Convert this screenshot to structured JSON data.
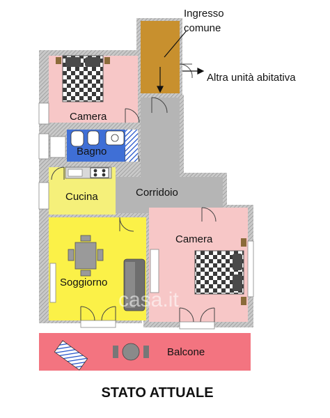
{
  "labels": {
    "entrance_line1": "Ingresso",
    "entrance_line2": "comune",
    "other_unit": "Altra unità abitativa",
    "bedroom_top": "Camera",
    "bathroom": "Bagno",
    "kitchen": "Cucina",
    "corridor": "Corridoio",
    "bedroom_right": "Camera",
    "living_room": "Soggiorno",
    "balcony": "Balcone",
    "plan_title": "STATO ATTUALE",
    "watermark": "casa.it"
  },
  "colors": {
    "bedroom": "#f7c7c7",
    "bathroom": "#3f6fd6",
    "kitchen": "#f5f07a",
    "corridor": "#b5b5b5",
    "living": "#fbf148",
    "balcony": "#f37480",
    "entrance": "#c8902e",
    "wall": "#a8a8a8"
  }
}
